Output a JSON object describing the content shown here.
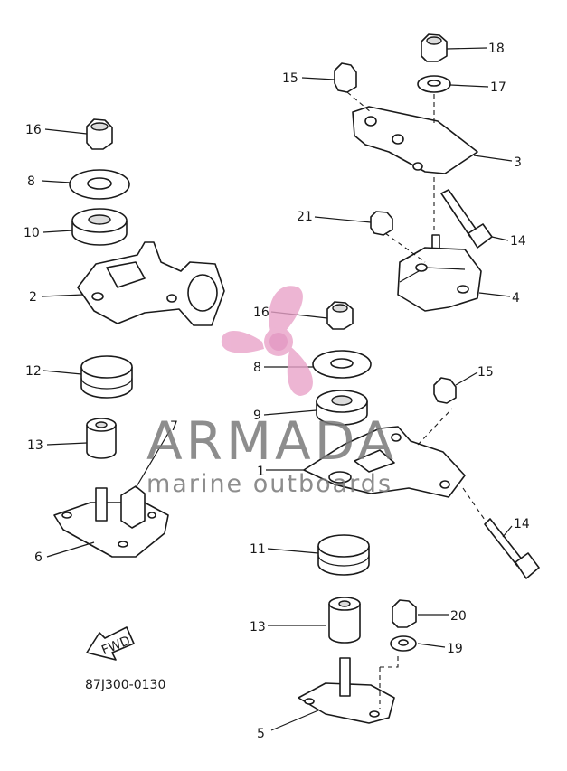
{
  "diagram": {
    "ref_code": "87J300-0130",
    "fwd_label": "FWD",
    "callouts": [
      "1",
      "2",
      "3",
      "4",
      "5",
      "6",
      "7",
      "8",
      "8",
      "9",
      "10",
      "11",
      "12",
      "13",
      "13",
      "14",
      "14",
      "15",
      "15",
      "16",
      "16",
      "17",
      "18",
      "19",
      "20",
      "21"
    ]
  },
  "watermark": {
    "brand": "ARMADA",
    "tagline": "marine outboards",
    "color_pink": "#e9a3c9",
    "color_gray": "#7a7a7a"
  }
}
